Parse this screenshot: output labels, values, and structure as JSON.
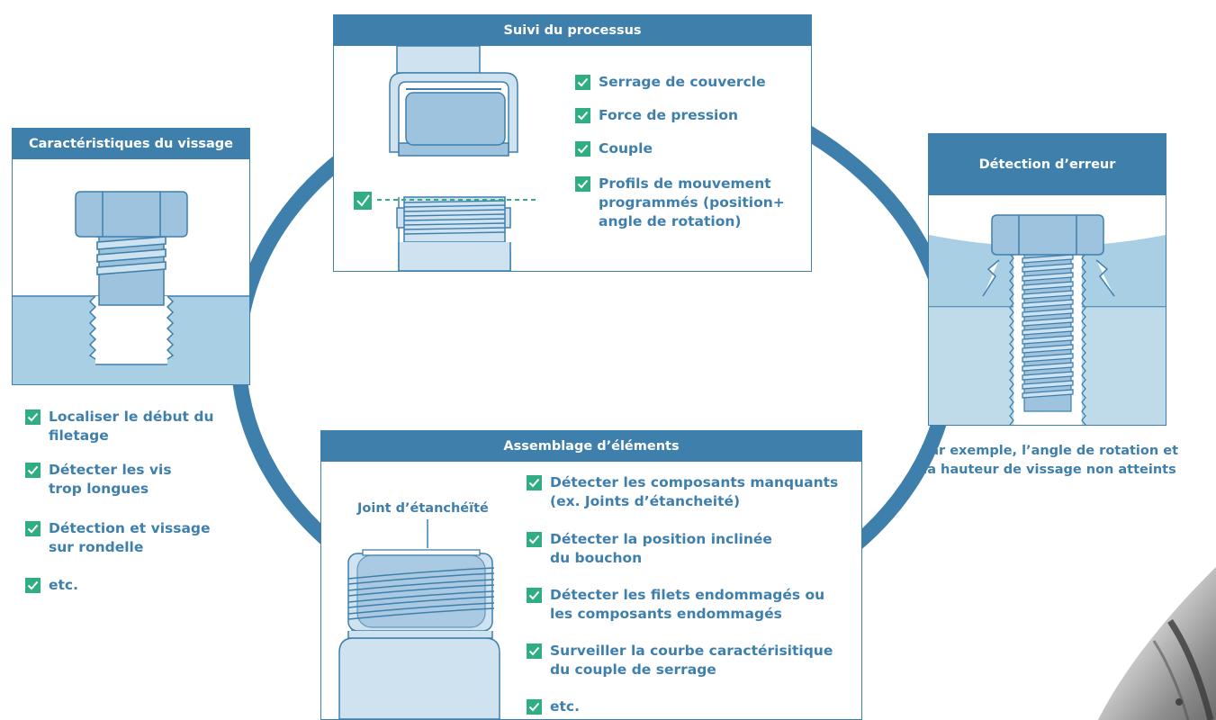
{
  "colors": {
    "accent": "#3f7fac",
    "check": "#2fae82",
    "part_fill": "#9dc3de",
    "part_light": "#cfe2ef",
    "material": "#a9cfe4",
    "ring": "#3f7fac"
  },
  "icons": {
    "check": "check-icon"
  },
  "process_panel": {
    "title": "Suivi du processus",
    "items": [
      "Serrage de couvercle",
      "Force de pression",
      "Couple",
      "Profils de mouvement\nprogrammés (position+\nangle de rotation)"
    ]
  },
  "screw_panel": {
    "title": "Caractéristiques du vissage",
    "items": [
      "Localiser le début du\nfiletage",
      "Détecter les vis\ntrop longues",
      "Détection et vissage\nsur rondelle",
      "etc."
    ]
  },
  "error_panel": {
    "title": "Détection d’erreur",
    "note": "Par exemple, l’angle de rotation et\nla hauteur de vissage non atteints"
  },
  "assembly_panel": {
    "title": "Assemblage d’éléments",
    "seal_label": "Joint d’étanchéïté",
    "items": [
      "Détecter les composants manquants\n(ex. Joints d’étancheité)",
      "Détecter la position inclinée\ndu bouchon",
      "Détecter les filets endommagés ou\nles composants endommagés",
      "Surveiller la courbe caractérisitique\ndu couple de serrage",
      "etc."
    ]
  }
}
